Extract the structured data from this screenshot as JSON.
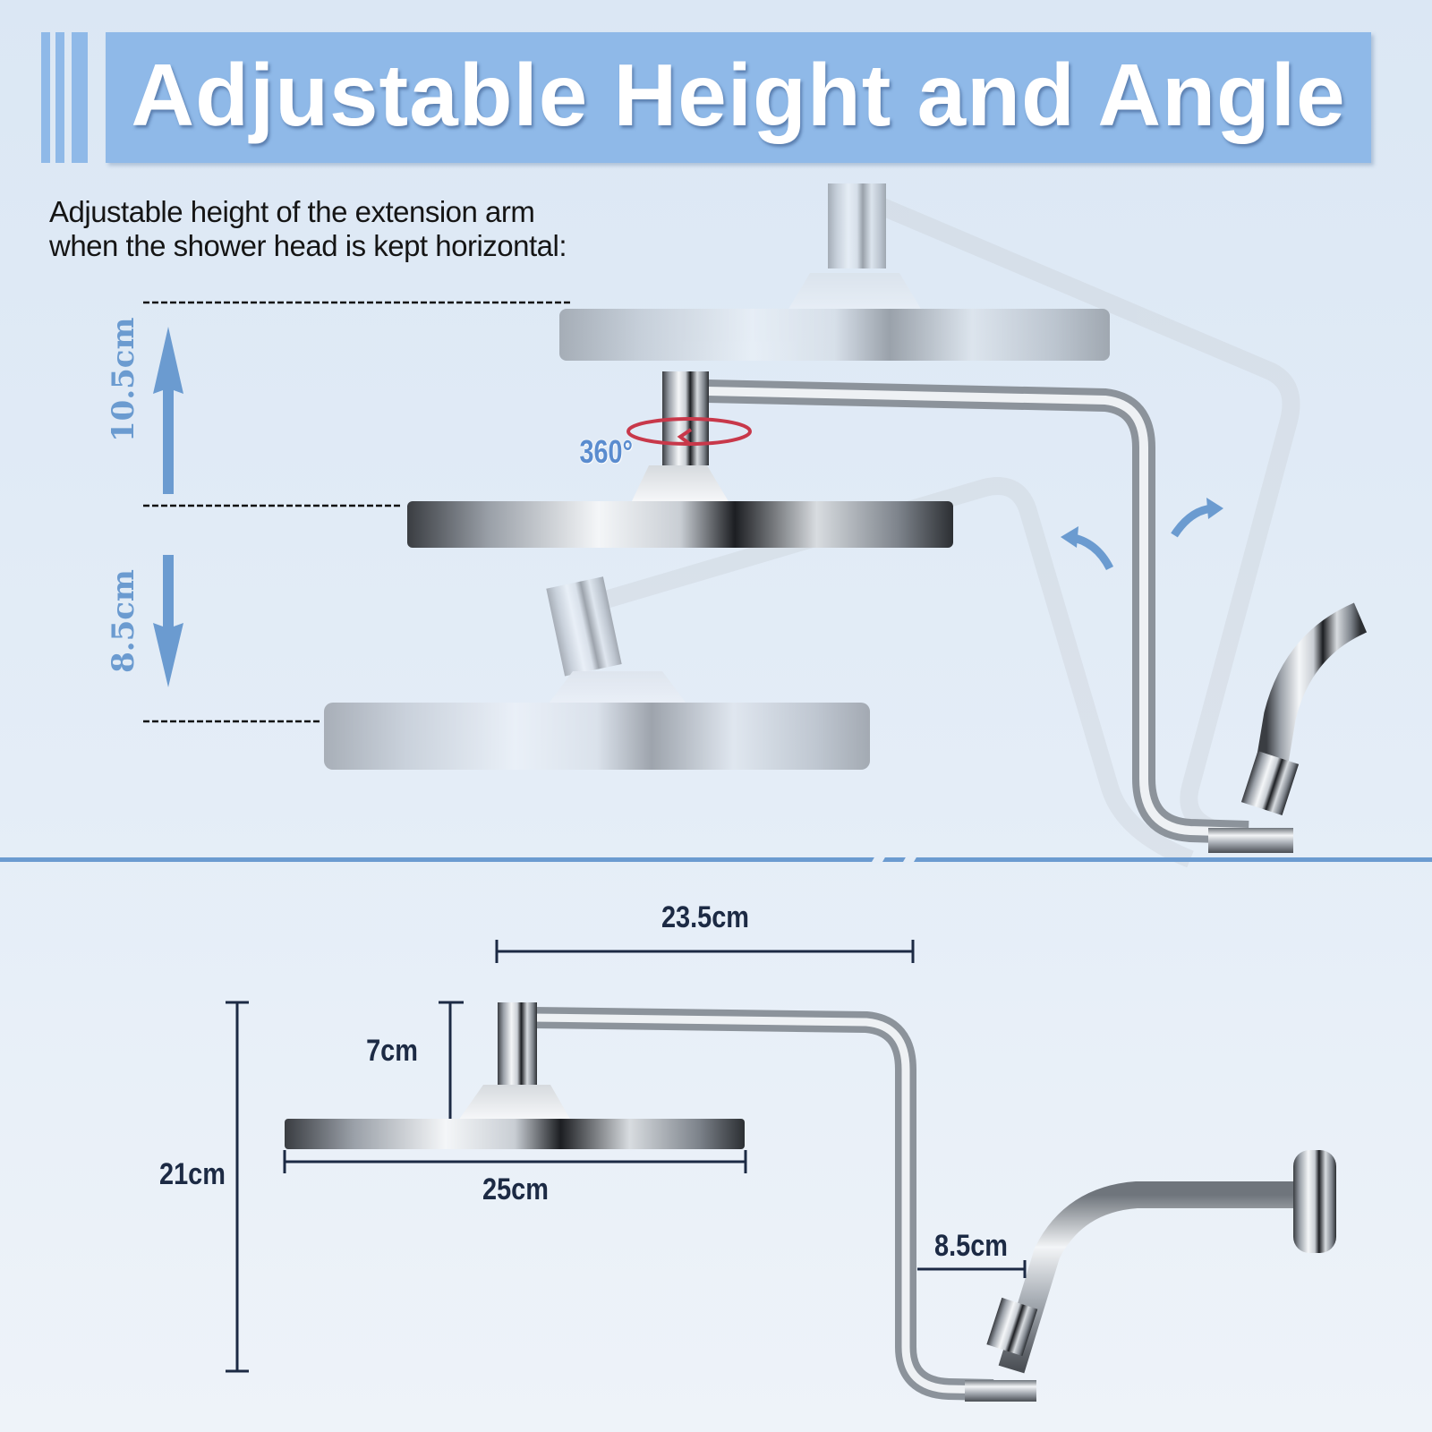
{
  "title": "Adjustable Height and Angle",
  "subtitle": {
    "line1": "Adjustable height of the extension arm",
    "line2": "when the shower head is kept horizontal:"
  },
  "top_section": {
    "up_label": "10.5cm",
    "down_label": "8.5cm",
    "rotation_label": "360°"
  },
  "bottom_section": {
    "arm_length": "23.5cm",
    "connector_height": "7cm",
    "total_height": "21cm",
    "head_diameter": "25cm",
    "offset": "8.5cm"
  },
  "colors": {
    "banner": "#8fb9e8",
    "accent": "#6b9bd0",
    "rotation": "#c8384a",
    "dimension_text": "#1c2a44"
  }
}
